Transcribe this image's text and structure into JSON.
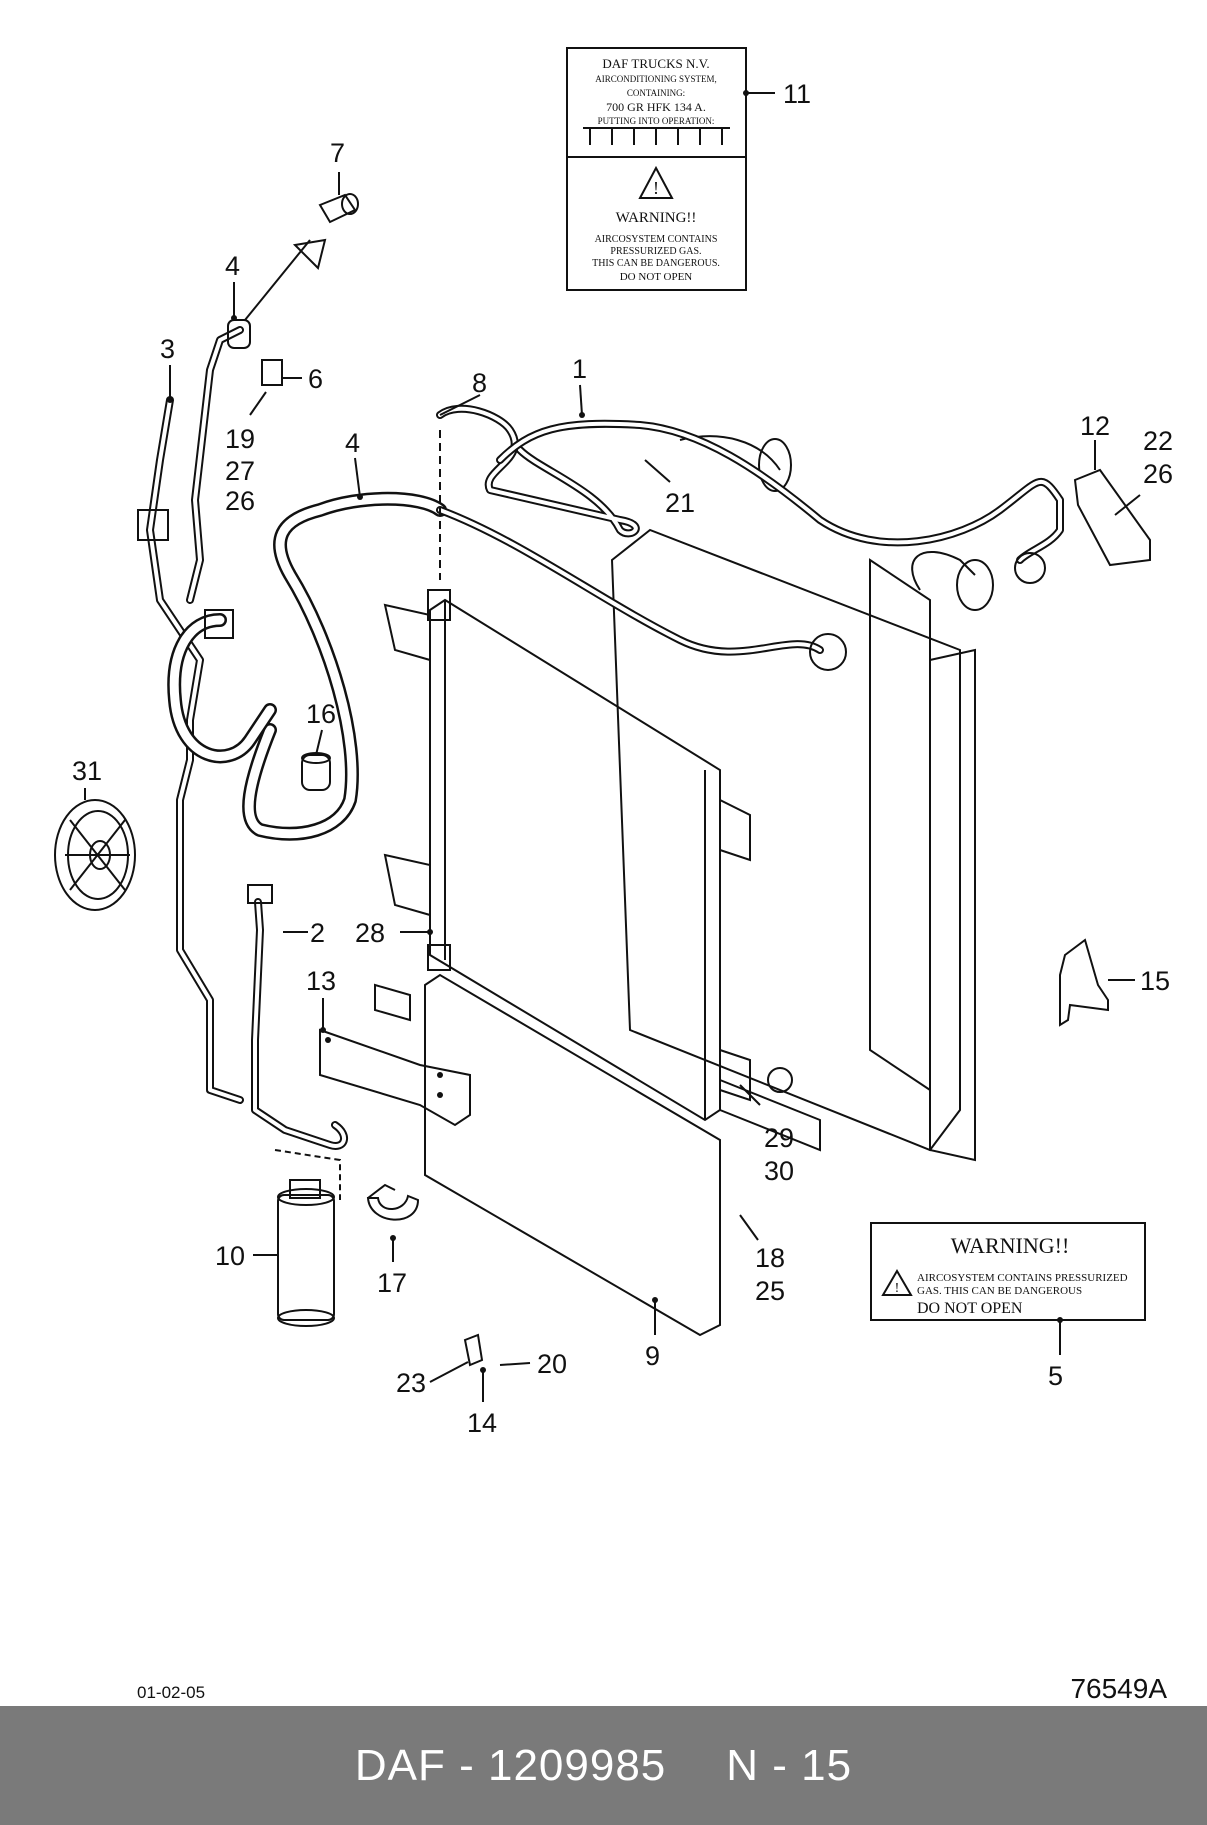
{
  "sticker_main": {
    "line1": "DAF TRUCKS N.V.",
    "line2": "AIRCONDITIONING SYSTEM,",
    "line3": "CONTAINING:",
    "line4": "700 GR HFK 134 A.",
    "line5": "PUTTING INTO OPERATION:",
    "warning": "WARNING!!",
    "w1": "AIRCOSYSTEM CONTAINS",
    "w2": "PRESSURIZED GAS.",
    "w3": "THIS CAN BE DANGEROUS.",
    "w4": "DO NOT OPEN"
  },
  "sticker_small": {
    "warning": "WARNING!!",
    "w1": "AIRCOSYSTEM CONTAINS PRESSURIZED",
    "w2": "GAS. THIS CAN BE DANGEROUS",
    "w3": "DO NOT OPEN"
  },
  "callouts": {
    "c1": "1",
    "c2": "2",
    "c3": "3",
    "c4a": "4",
    "c4b": "4",
    "c5": "5",
    "c6": "6",
    "c7": "7",
    "c8": "8",
    "c9": "9",
    "c10": "10",
    "c11": "11",
    "c12": "12",
    "c13": "13",
    "c14": "14",
    "c15": "15",
    "c16": "16",
    "c17": "17",
    "c18": "18",
    "c19": "19",
    "c20": "20",
    "c21": "21",
    "c22": "22",
    "c23": "23",
    "c25": "25",
    "c26a": "26",
    "c26b": "26",
    "c27": "27",
    "c28": "28",
    "c29": "29",
    "c30": "30",
    "c31": "31"
  },
  "footer": {
    "date": "01-02-05",
    "drawing_code": "76549A"
  },
  "banner": {
    "brand_part": "DAF - 1209985",
    "page": "N - 15"
  }
}
